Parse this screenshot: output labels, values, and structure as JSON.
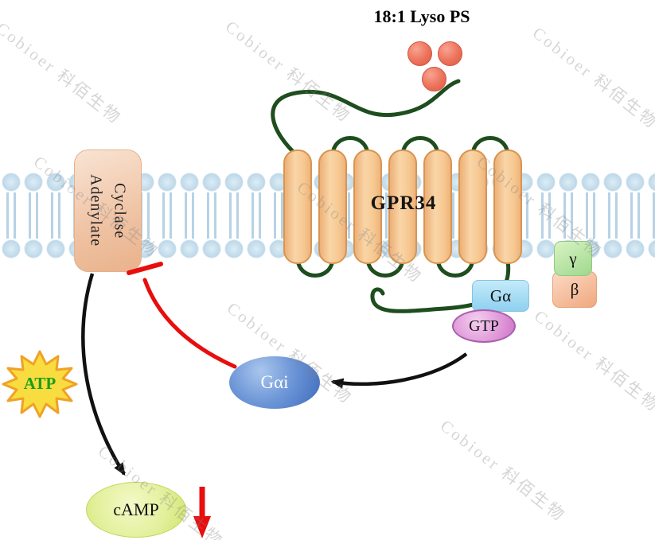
{
  "title": "18:1 Lyso PS",
  "receptor": {
    "label": "GPR34"
  },
  "enzyme": {
    "line1": "Adenylate",
    "line2": "Cyclase"
  },
  "g_protein": {
    "alpha": "Gα",
    "gtp": "GTP",
    "gamma": "γ",
    "beta": "β",
    "alpha_i": "Gαi"
  },
  "metabolites": {
    "atp": "ATP",
    "camp": "cAMP"
  },
  "watermark": {
    "text": "Cobioer  科佰生物"
  },
  "colors": {
    "ligand": "#ec7259",
    "membrane": "#bed8e9",
    "helix_fill": "#f6c890",
    "helix_border": "#d89550",
    "loop_green": "#1e4d1e",
    "enzyme_fill": "#efc2a2",
    "galpha_fill": "#8ed1f0",
    "gtp_fill": "#db8dd4",
    "gamma_fill": "#9ed88e",
    "beta_fill": "#f0a87e",
    "galphai_fill": "#4a77c6",
    "atp_star_fill": "#f9dc3f",
    "atp_text": "#17a017",
    "camp_fill": "#e3f09c",
    "inhibit_red": "#e80e0e",
    "arrow_black": "#111111"
  }
}
